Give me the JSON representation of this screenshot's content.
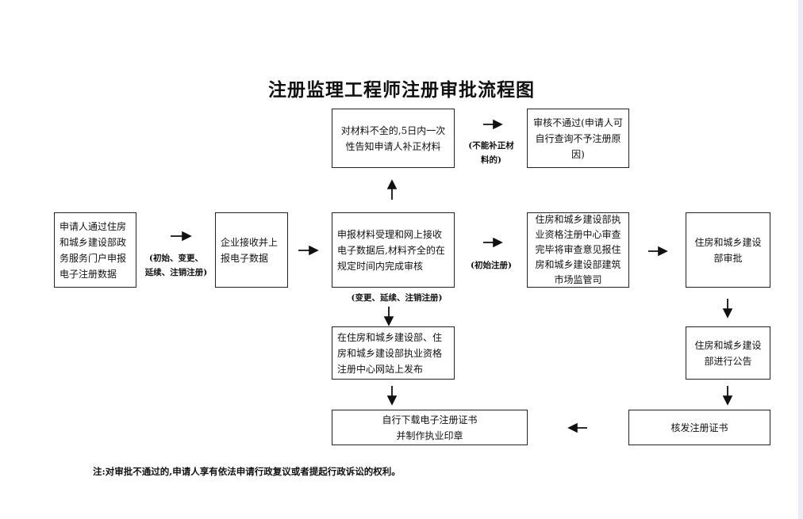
{
  "title": "注册监理工程师注册审批流程图",
  "boxes": {
    "apply": "申请人通过住房和城乡建设部政务服务门户申报电子注册数据",
    "enterprise": "企业接收并上报电子数据",
    "review": "申报材料受理和网上接收电子数据后,材料齐全的在规定时间内完成审核",
    "incomplete": "对材料不全的,5日内一次性告知申请人补正材料",
    "reject": "审核不通过(申请人可自行查询不予注册原因)",
    "center": "住房和城乡建设部执业资格注册中心审查完毕将审查意见报住房和城乡建设部建筑市场监管司",
    "approve": "住房和城乡建设部审批",
    "publish": "在住房和城乡建设部、住房和城乡建设部执业资格注册中心网站上发布",
    "announce": "住房和城乡建设部进行公告",
    "issue": "核发注册证书",
    "download": "自行下载电子注册证书\n并制作执业印章"
  },
  "labels": {
    "types": "(初始、变更、\n延续、注销注册)",
    "cannot_fix": "(不能补正材\n料的)",
    "initial": "(初始注册)",
    "change": "(变更、延续、注销注册)"
  },
  "note": "注:对审批不通过的,申请人享有依法申请行政复议或者提起行政诉讼的权利。"
}
